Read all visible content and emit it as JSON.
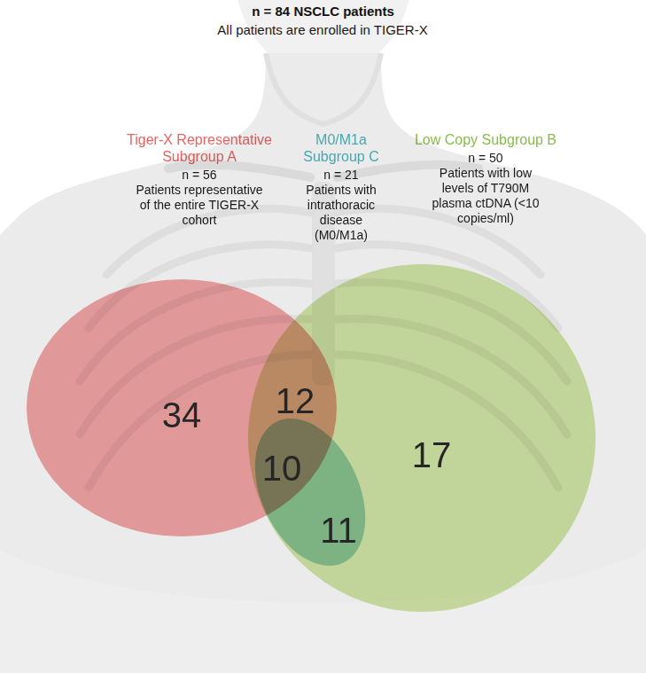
{
  "diagram": {
    "title": "n = 84 NSCLC patients",
    "nodes": [
      {
        "text": [
          "Tiger-X Representative Subgroup A",
          "n = 56",
          "Patients representative of the entire TIGER-X cohort"
        ]
      },
      {
        "text": [
          "M0/M1a Subgroup C",
          "n = 21",
          "Patients with intrathoracic disease (M0/M1a)"
        ]
      },
      {
        "text": [
          "Low Copy Subgroup B",
          "n = 50",
          "Patients with low levels of T790M plasma ctDNA (<10 copies/ml)"
        ]
      }
    ],
    "labels": [
      "All patients are enrolled in TIGER-X",
      "34",
      "12",
      "10",
      "11",
      "17"
    ]
  }
}
